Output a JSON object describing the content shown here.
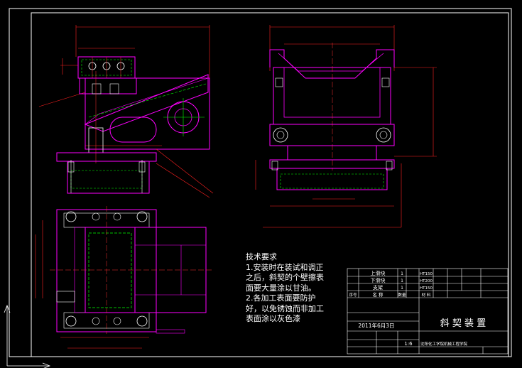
{
  "notes": {
    "title": "技术要求",
    "lines": [
      "1.安装时在装试和调正",
      "之后，斜契的个壁擦表",
      "面要大量涂以甘油。",
      "2.各加工表面要防护",
      "好，以免锈蚀而非加工",
      "表面涂以灰色漆"
    ]
  },
  "title_block": {
    "drawing_title": "斜 契 装 置",
    "date": "2011年6月3日",
    "parts": [
      {
        "name": "上滑块",
        "qty": "1",
        "material": "HT150"
      },
      {
        "name": "下滑块",
        "qty": "1",
        "material": "HT200"
      },
      {
        "name": "支架",
        "qty": "1",
        "material": "HT150"
      }
    ],
    "header": {
      "no": "序号",
      "name": "名 称",
      "qty": "数量",
      "material": "材 料"
    },
    "scale": "1:6",
    "school": "沈阳化工学院机械工程学院"
  },
  "colors": {
    "frame": "#ffffff",
    "outline": "#ff00ff",
    "centerline": "#ff3030",
    "hidden": "#00ff00",
    "dimension": "#ff2020",
    "hatch": "#00e5e5",
    "bolt": "#ffffff"
  }
}
